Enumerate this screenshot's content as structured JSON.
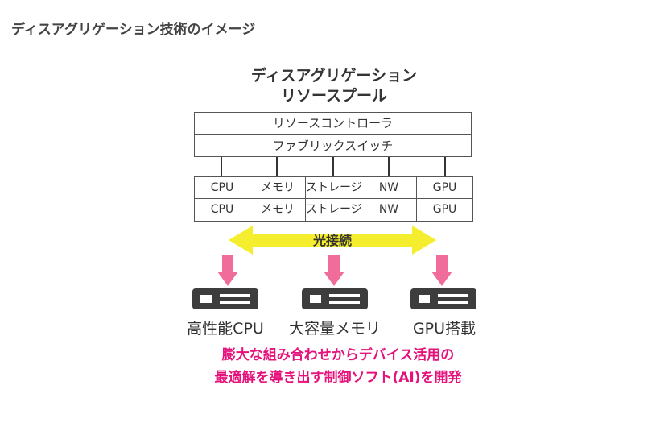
{
  "page_title": "ディスアグリゲーション技術のイメージ",
  "pool": {
    "title_line1": "ディスアグリゲーション",
    "title_line2": "リソースプール"
  },
  "layers": {
    "controller": "リソースコントローラ",
    "fabric": "ファブリックスイッチ"
  },
  "resources": {
    "row1": [
      "CPU",
      "メモリ",
      "ストレージ",
      "NW",
      "GPU"
    ],
    "row2": [
      "CPU",
      "メモリ",
      "ストレージ",
      "NW",
      "GPU"
    ]
  },
  "optical_label": "光接続",
  "servers": [
    {
      "label": "高性能CPU"
    },
    {
      "label": "大容量メモリ"
    },
    {
      "label": "GPU搭載"
    }
  ],
  "footer": {
    "line1": "膨大な組み合わせからデバイス活用の",
    "line2": "最適解を導き出す制御ソフト(AI)を開発"
  },
  "colors": {
    "accent_pink": "#e5127b",
    "arrow_pink": "#f06c9b",
    "optical_yellow": "#f5ee2e",
    "server_dark": "#3d3d3d"
  },
  "icons": {
    "server": "server-icon",
    "down_arrow": "down-arrow-icon",
    "double_arrow": "double-arrow-icon"
  }
}
